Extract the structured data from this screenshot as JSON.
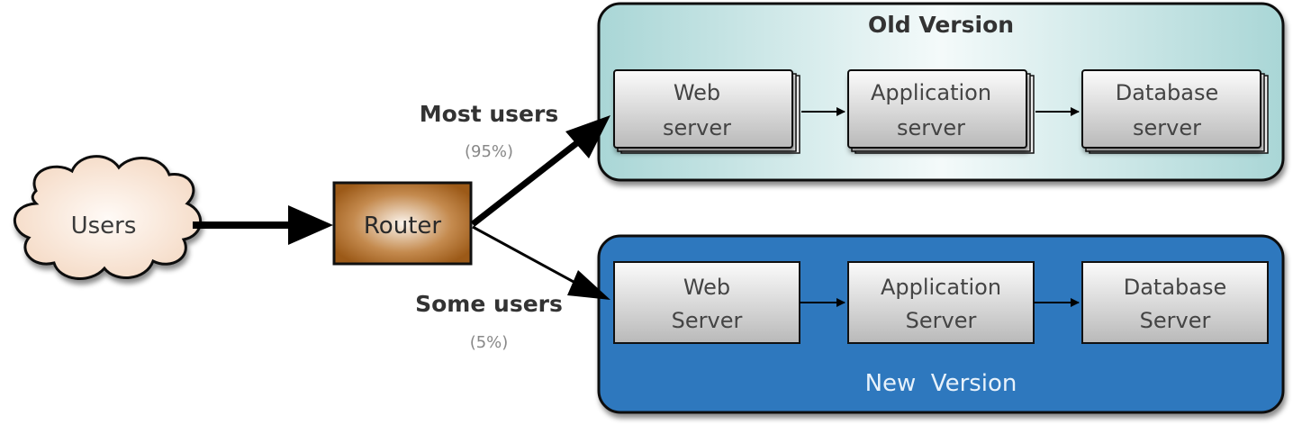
{
  "diagram": {
    "type": "canary-deployment",
    "users": {
      "label": "Users",
      "shape": "cloud"
    },
    "router": {
      "label": "Router"
    },
    "flows": [
      {
        "label": "Most users",
        "share": "(95%)",
        "target": "old"
      },
      {
        "label": "Some users",
        "share": "(5%)",
        "target": "new"
      }
    ],
    "old_version": {
      "title": "Old Version",
      "servers": [
        {
          "line1": "Web",
          "line2": "server"
        },
        {
          "line1": "Application",
          "line2": "server"
        },
        {
          "line1": "Database",
          "line2": "server"
        }
      ]
    },
    "new_version": {
      "title": "New  Version",
      "servers": [
        {
          "line1": "Web",
          "line2": "Server"
        },
        {
          "line1": "Application",
          "line2": "Server"
        },
        {
          "line1": "Database",
          "line2": "Server"
        }
      ]
    },
    "colors": {
      "old_bg": "#a8d6d6",
      "new_bg": "#2e78be",
      "router": "#a8641e",
      "cloud": "#f6dfcc",
      "new_title": "#e8f2fb"
    }
  }
}
